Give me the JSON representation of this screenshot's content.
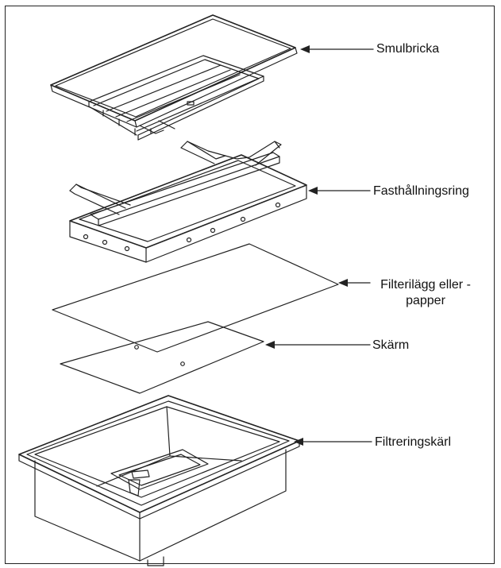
{
  "labels": {
    "crumb_tray": "Smulbricka",
    "hold_down_ring": "Fasthållningsring",
    "filter_pad_line1": "Filterilägg eller -",
    "filter_pad_line2": "papper",
    "screen": "Skärm",
    "filter_pan": "Filtreringskärl"
  },
  "colors": {
    "line": "#222222",
    "background": "#ffffff"
  }
}
